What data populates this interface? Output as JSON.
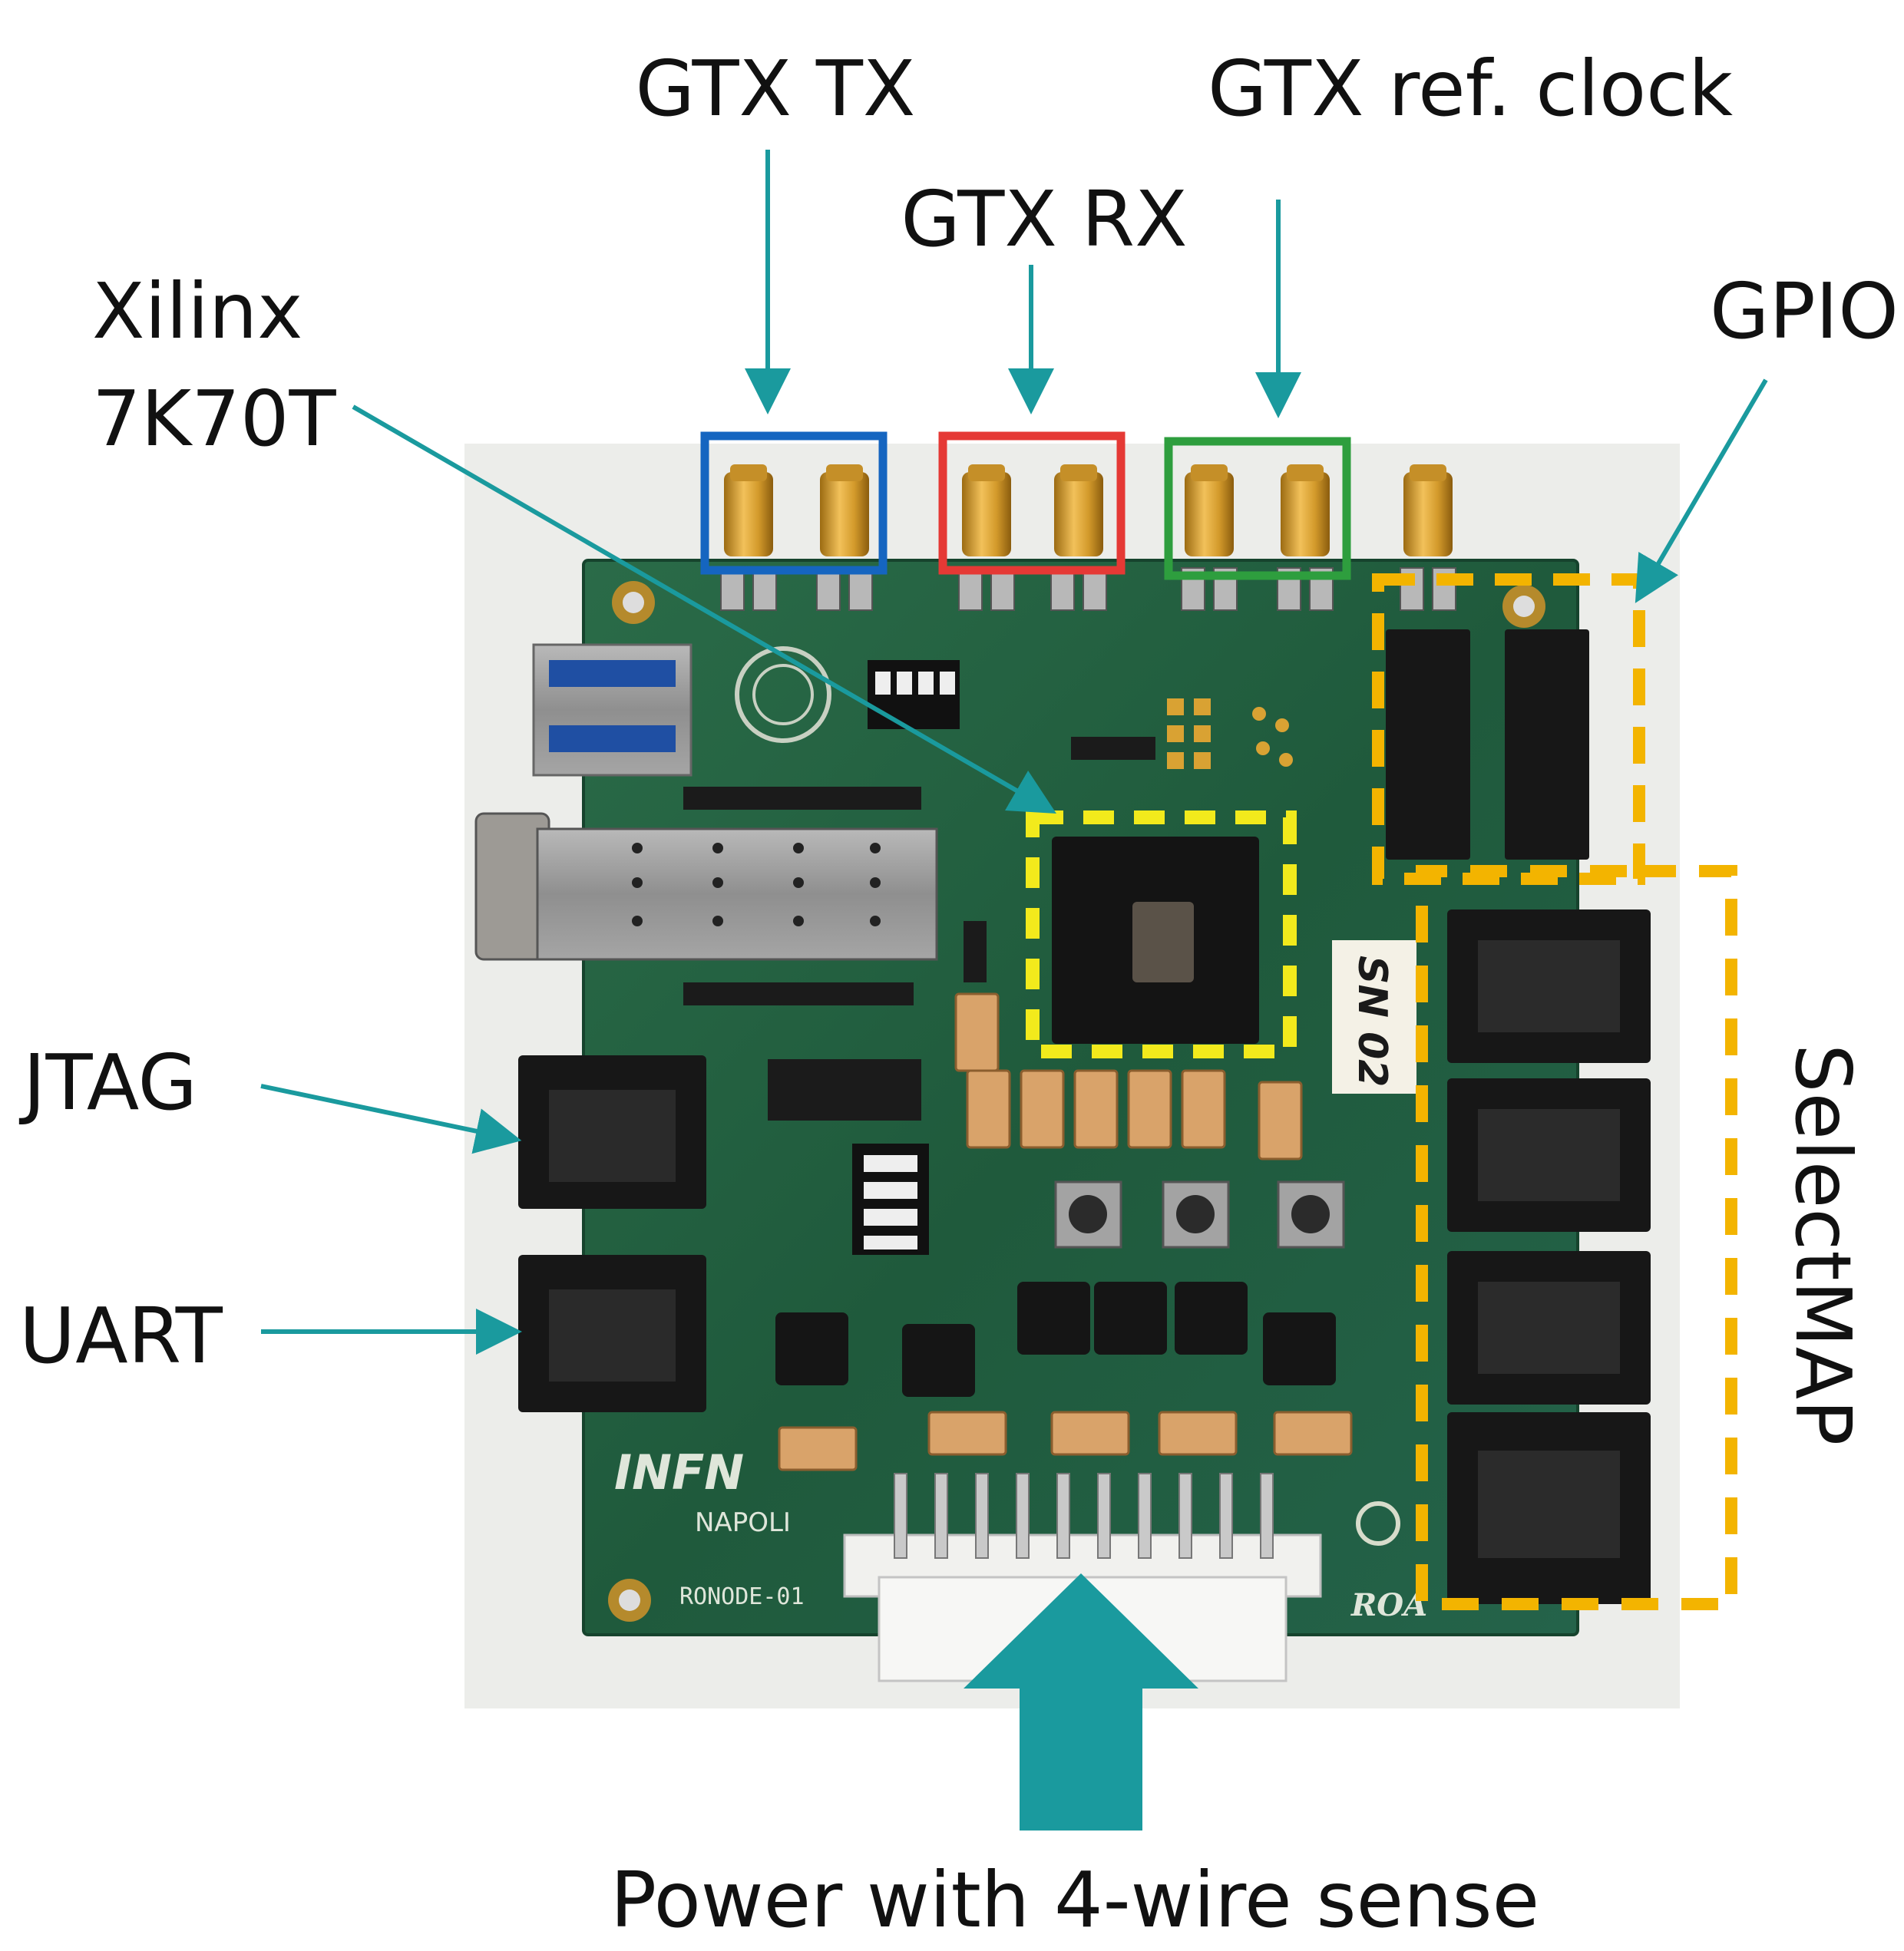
{
  "labels": {
    "gtx_tx": "GTX TX",
    "gtx_rx": "GTX RX",
    "gtx_ref_clock": "GTX ref. clock",
    "gpio": "GPIO",
    "fpga_line1": "Xilinx",
    "fpga_line2": "7K70T",
    "jtag": "JTAG",
    "uart": "UART",
    "selectmap": "SelectMAP",
    "power": "Power with 4-wire sense"
  },
  "silkscreen": {
    "board_name": "RONODE-01",
    "logo": "INFN",
    "city": "NAPOLI",
    "serial": "SN 02",
    "corner": "ROA"
  },
  "colors": {
    "arrow": "#1a9a9e",
    "tx_box": "#1565c0",
    "rx_box": "#e53935",
    "refclk_box": "#2e9e3e",
    "fpga_box": "#f2ea1c",
    "gpio_box": "#f3b400",
    "pcb": "#1f5f3f"
  }
}
